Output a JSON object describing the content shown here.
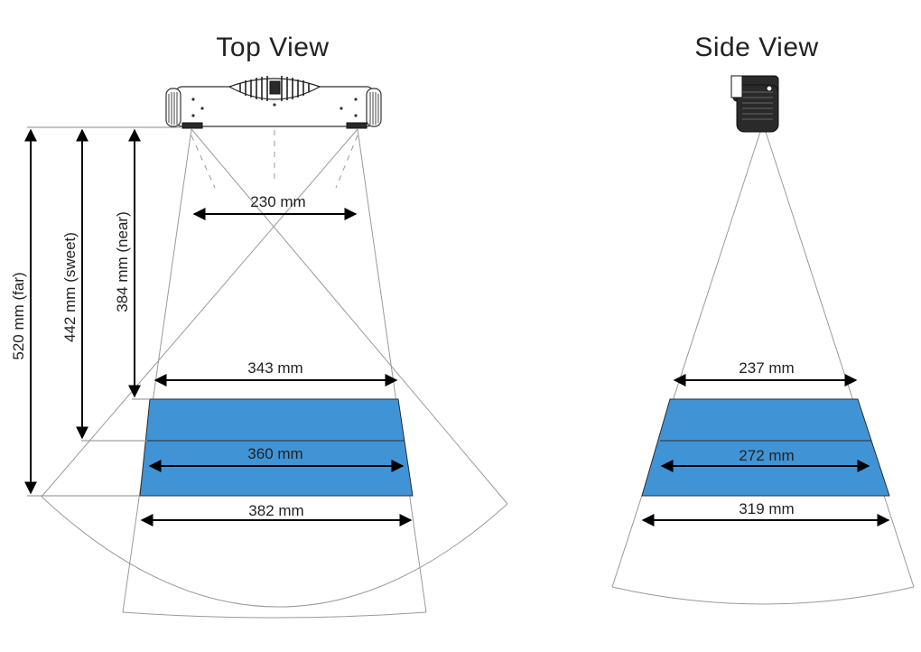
{
  "top_view": {
    "title": "Top View",
    "baseline_label": "230 mm",
    "near_width_label": "343 mm",
    "sweet_width_label": "360 mm",
    "far_width_label": "382 mm",
    "far_distance_label": "520 mm (far)",
    "sweet_distance_label": "442 mm (sweet)",
    "near_distance_label": "384 mm (near)"
  },
  "side_view": {
    "title": "Side View",
    "near_width_label": "237 mm",
    "sweet_width_label": "272 mm",
    "far_width_label": "319 mm"
  },
  "colors": {
    "zone_fill": "#4094d6",
    "line": "#9a9a9a",
    "dimension": "#000000"
  }
}
